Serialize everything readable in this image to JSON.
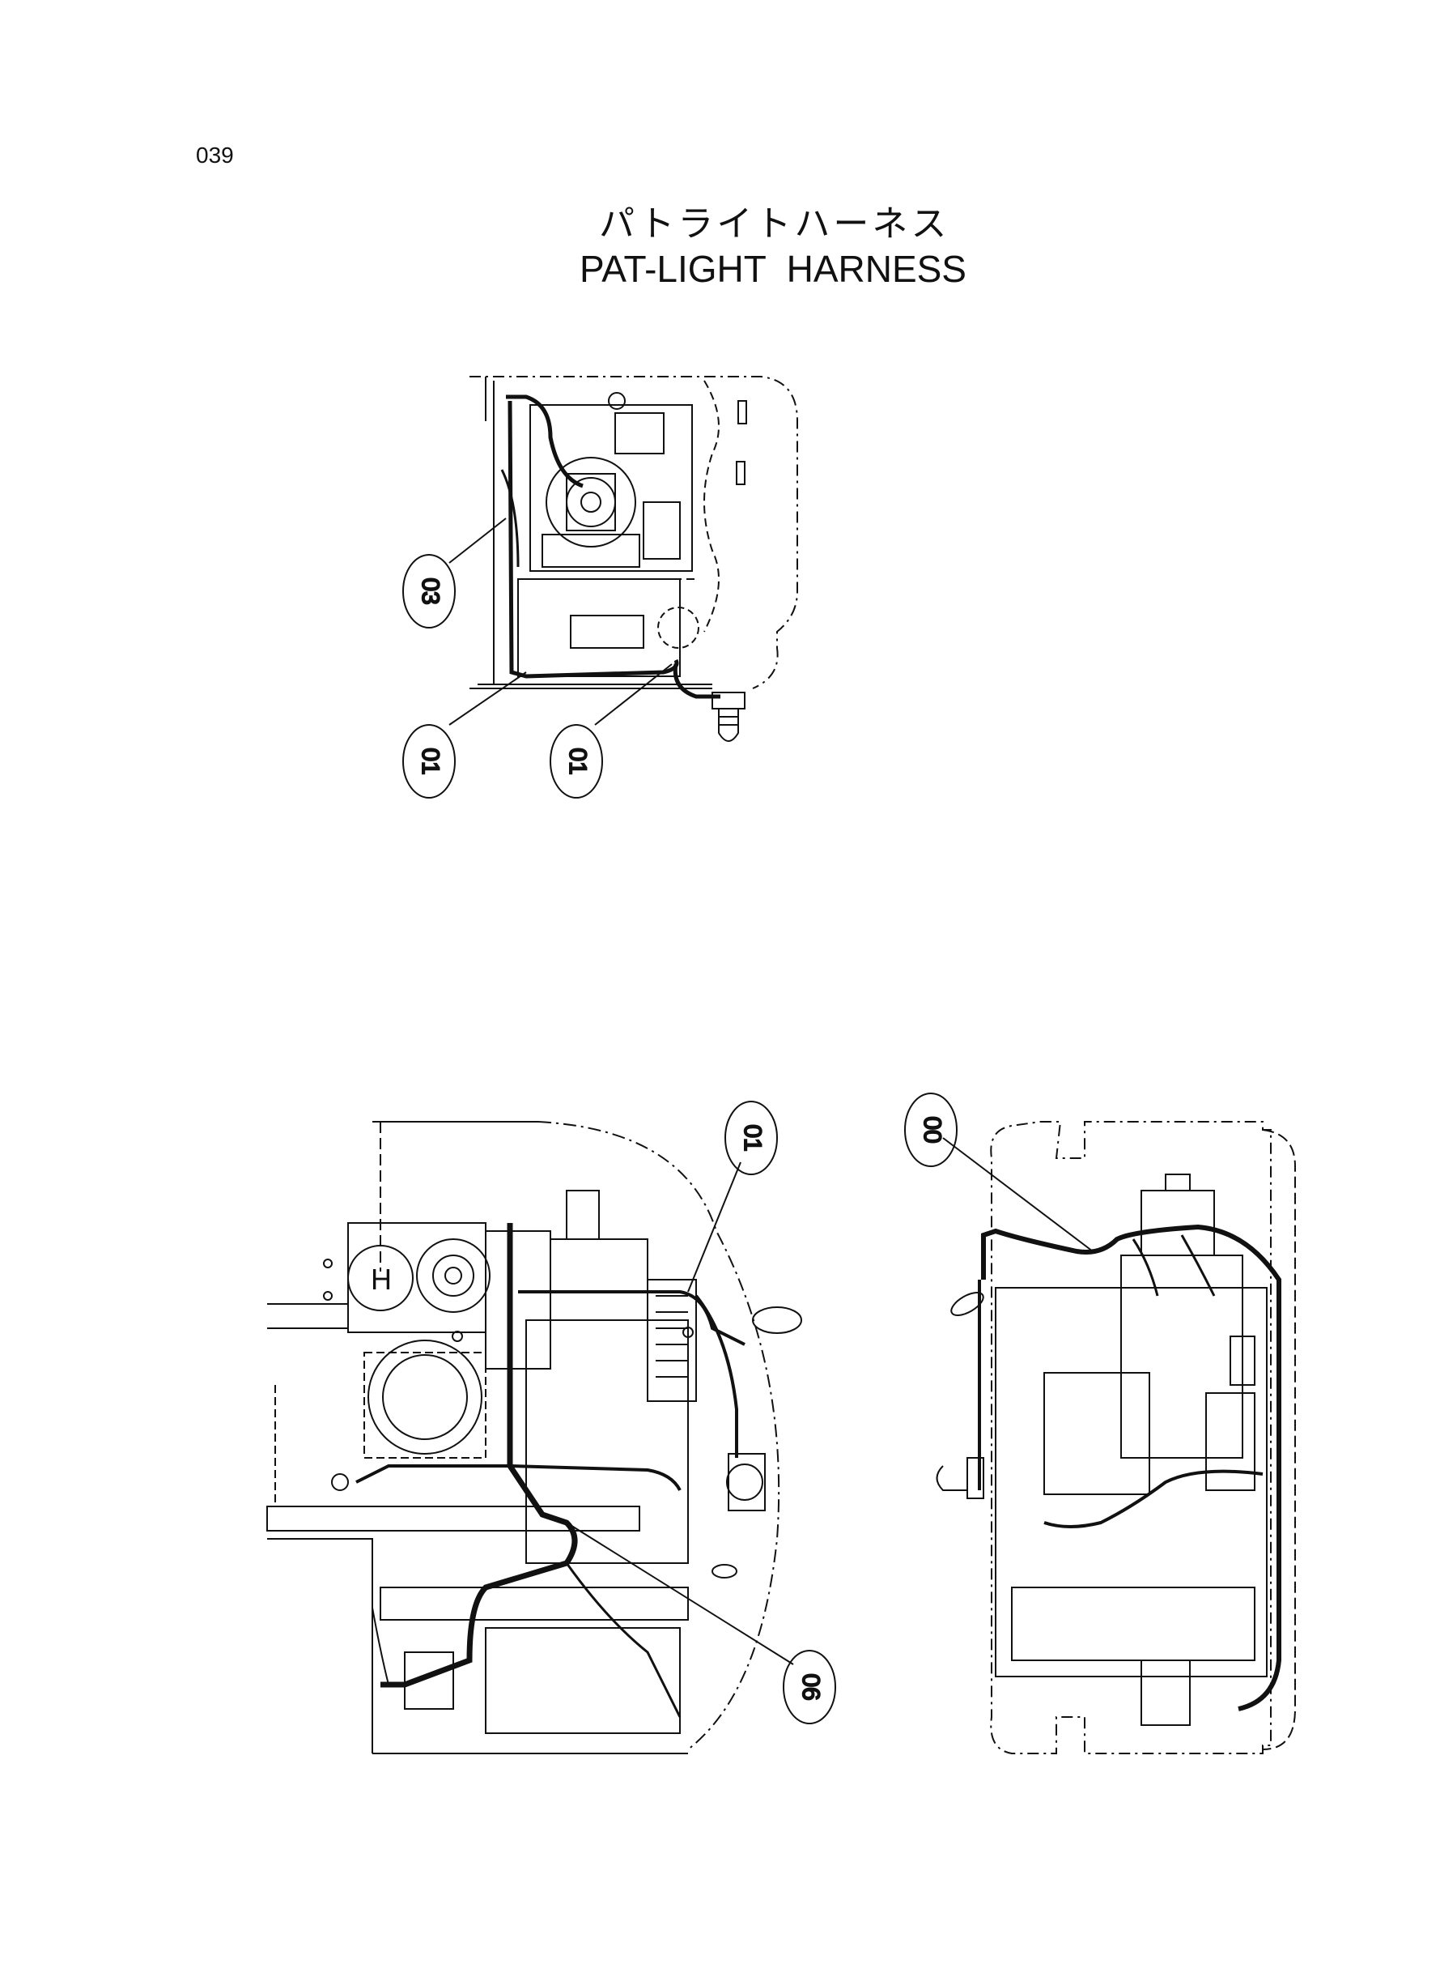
{
  "page_number": "039",
  "title": {
    "japanese": "パトライトハーネス",
    "english": "PAT-LIGHT  HARNESS"
  },
  "callouts": {
    "top_view": [
      "03",
      "01",
      "01"
    ],
    "bottom_left_view": [
      "01",
      "06"
    ],
    "bottom_right_view": [
      "00"
    ]
  }
}
